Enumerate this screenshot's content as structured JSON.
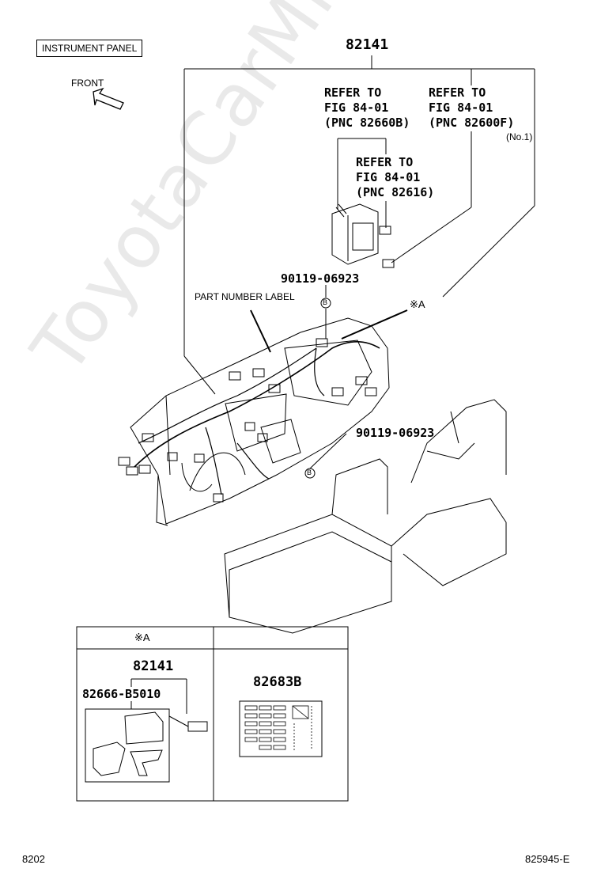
{
  "header": {
    "section_label": "INSTRUMENT PANEL",
    "front_label": "FRONT",
    "main_part": "82141"
  },
  "refs": {
    "ref1": {
      "line1": "REFER TO",
      "line2": "FIG 84-01",
      "line3": "(PNC 82660B)"
    },
    "ref2": {
      "line1": "REFER TO",
      "line2": "FIG 84-01",
      "line3": "(PNC 82600F)",
      "note": "(No.1)"
    },
    "ref3": {
      "line1": "REFER TO",
      "line2": "FIG 84-01",
      "line3": "(PNC 82616)"
    }
  },
  "callouts": {
    "bolt_upper": "90119-06923",
    "bolt_lower": "90119-06923",
    "label_part": "PART NUMBER LABEL",
    "marker_a": "※A",
    "marker_b1": "B",
    "marker_b2": "B"
  },
  "detail_table": {
    "left_header": "※A",
    "left_main": "82141",
    "left_sub": "82666-B5010",
    "right_main": "82683B"
  },
  "footer": {
    "left_code": "8202",
    "right_code": "825945-E"
  },
  "watermark": "ToyotaCarMine.ru"
}
